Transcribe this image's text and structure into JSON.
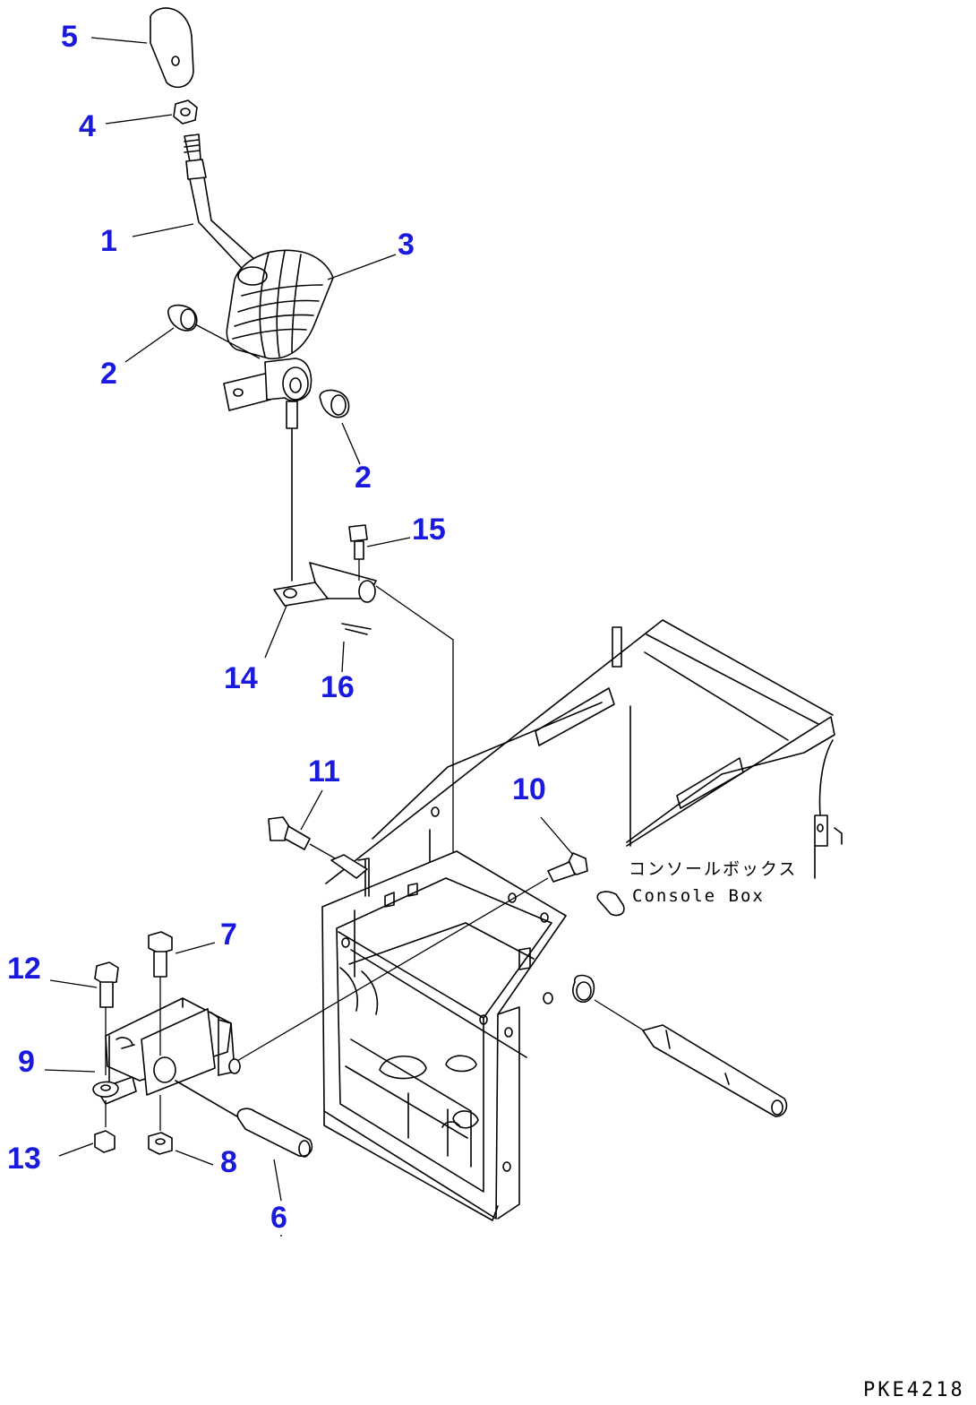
{
  "callouts": [
    {
      "id": "c1",
      "text": "1"
    },
    {
      "id": "c2a",
      "text": "2"
    },
    {
      "id": "c2b",
      "text": "2"
    },
    {
      "id": "c3",
      "text": "3"
    },
    {
      "id": "c4",
      "text": "4"
    },
    {
      "id": "c5",
      "text": "5"
    },
    {
      "id": "c6",
      "text": "6"
    },
    {
      "id": "c7",
      "text": "7"
    },
    {
      "id": "c8",
      "text": "8"
    },
    {
      "id": "c9",
      "text": "9"
    },
    {
      "id": "c10",
      "text": "10"
    },
    {
      "id": "c11",
      "text": "11"
    },
    {
      "id": "c12",
      "text": "12"
    },
    {
      "id": "c13",
      "text": "13"
    },
    {
      "id": "c14",
      "text": "14"
    },
    {
      "id": "c15",
      "text": "15"
    },
    {
      "id": "c16",
      "text": "16"
    }
  ],
  "console_box": {
    "label_jp": "コンソールボックス",
    "label_en": "Console Box"
  },
  "figure_code": "PKE4218",
  "colors": {
    "callout": "#1a1adc",
    "line": "#000000",
    "background": "#ffffff"
  }
}
